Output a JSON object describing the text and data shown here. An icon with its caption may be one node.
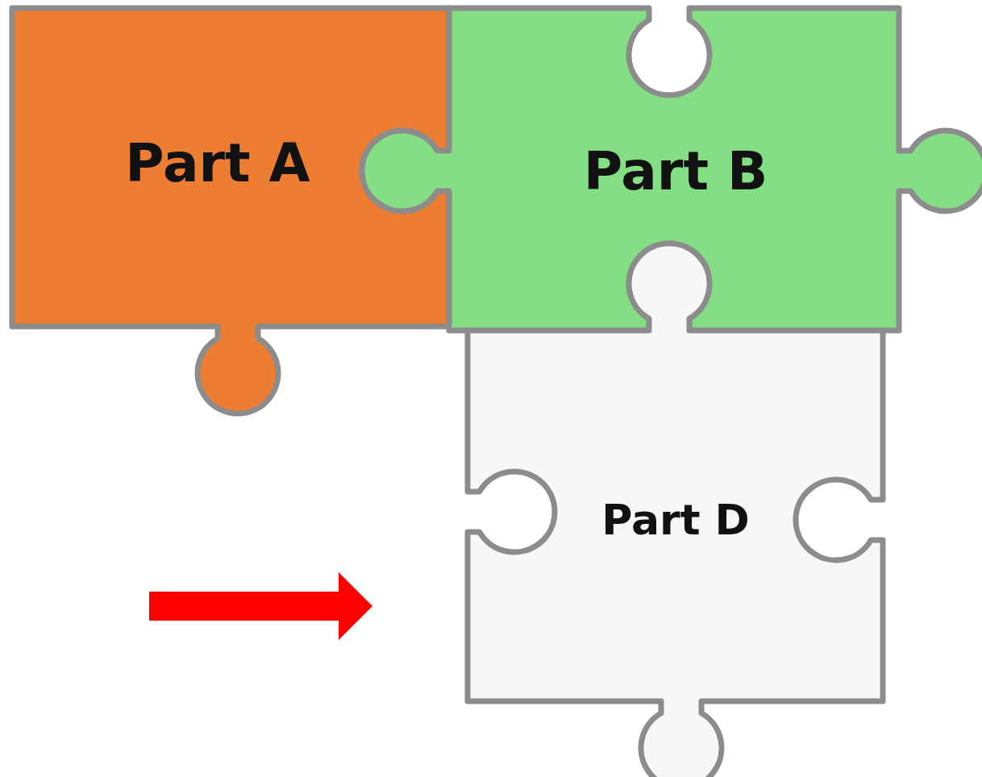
{
  "diagram": {
    "nodes": [
      {
        "text": [
          "Part A"
        ]
      },
      {
        "text": [
          "Part B"
        ]
      },
      {
        "text": [
          "Part D"
        ]
      }
    ],
    "edges": [
      {
        "from": null,
        "to": 2,
        "arrow": "to",
        "color": "#ff0000"
      }
    ]
  }
}
